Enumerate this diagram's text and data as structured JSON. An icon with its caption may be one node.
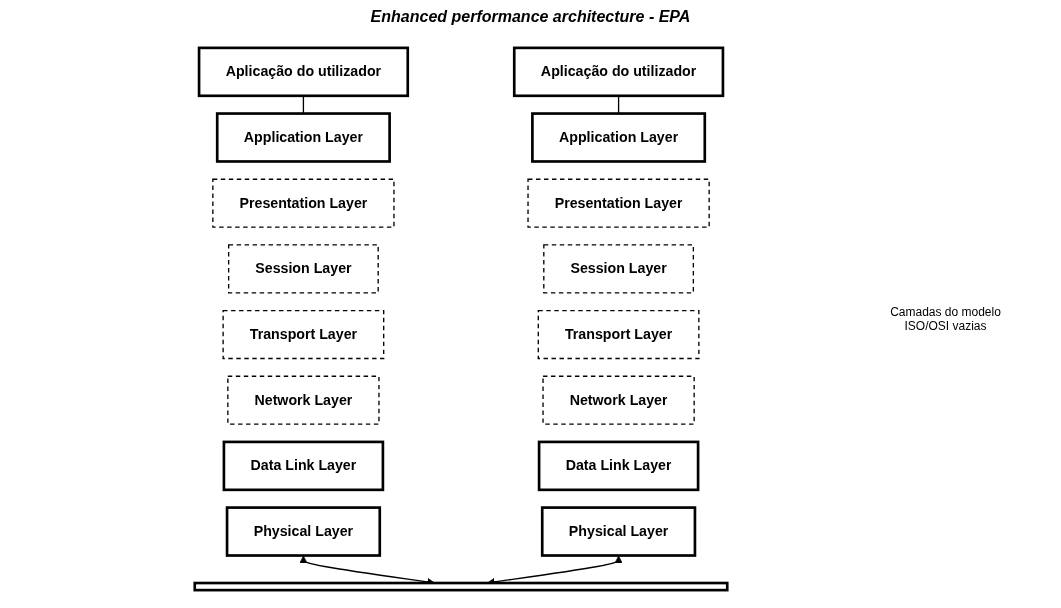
{
  "diagram": {
    "title": "Enhanced performance architecture - EPA",
    "nodes": [
      {
        "text": [
          "Aplicação do utilizador"
        ]
      },
      {
        "text": [
          "Application Layer"
        ]
      },
      {
        "text": [
          "Presentation Layer"
        ]
      },
      {
        "text": [
          "Session Layer"
        ]
      },
      {
        "text": [
          "Transport Layer"
        ]
      },
      {
        "text": [
          "Network Layer"
        ]
      },
      {
        "text": [
          "Data Link Layer"
        ]
      },
      {
        "text": [
          "Physical Layer"
        ]
      },
      {
        "text": [
          "Aplicação do utilizador"
        ]
      },
      {
        "text": [
          "Application Layer"
        ]
      },
      {
        "text": [
          "Presentation Layer"
        ]
      },
      {
        "text": [
          "Session Layer"
        ]
      },
      {
        "text": [
          "Transport Layer"
        ]
      },
      {
        "text": [
          "Network Layer"
        ]
      },
      {
        "text": [
          "Data Link Layer"
        ]
      },
      {
        "text": [
          "Physical Layer"
        ]
      },
      {
        "text": [],
        "shape": "bar"
      }
    ],
    "edges": [
      {
        "from": 0,
        "to": 1,
        "arrow": "none"
      },
      {
        "from": 8,
        "to": 9,
        "arrow": "none"
      },
      {
        "from": 7,
        "to": 16,
        "arrow": "both"
      },
      {
        "from": 15,
        "to": 16,
        "arrow": "both"
      }
    ],
    "labels": [
      "Camadas do modelo ISO/OSI vazias"
    ]
  }
}
